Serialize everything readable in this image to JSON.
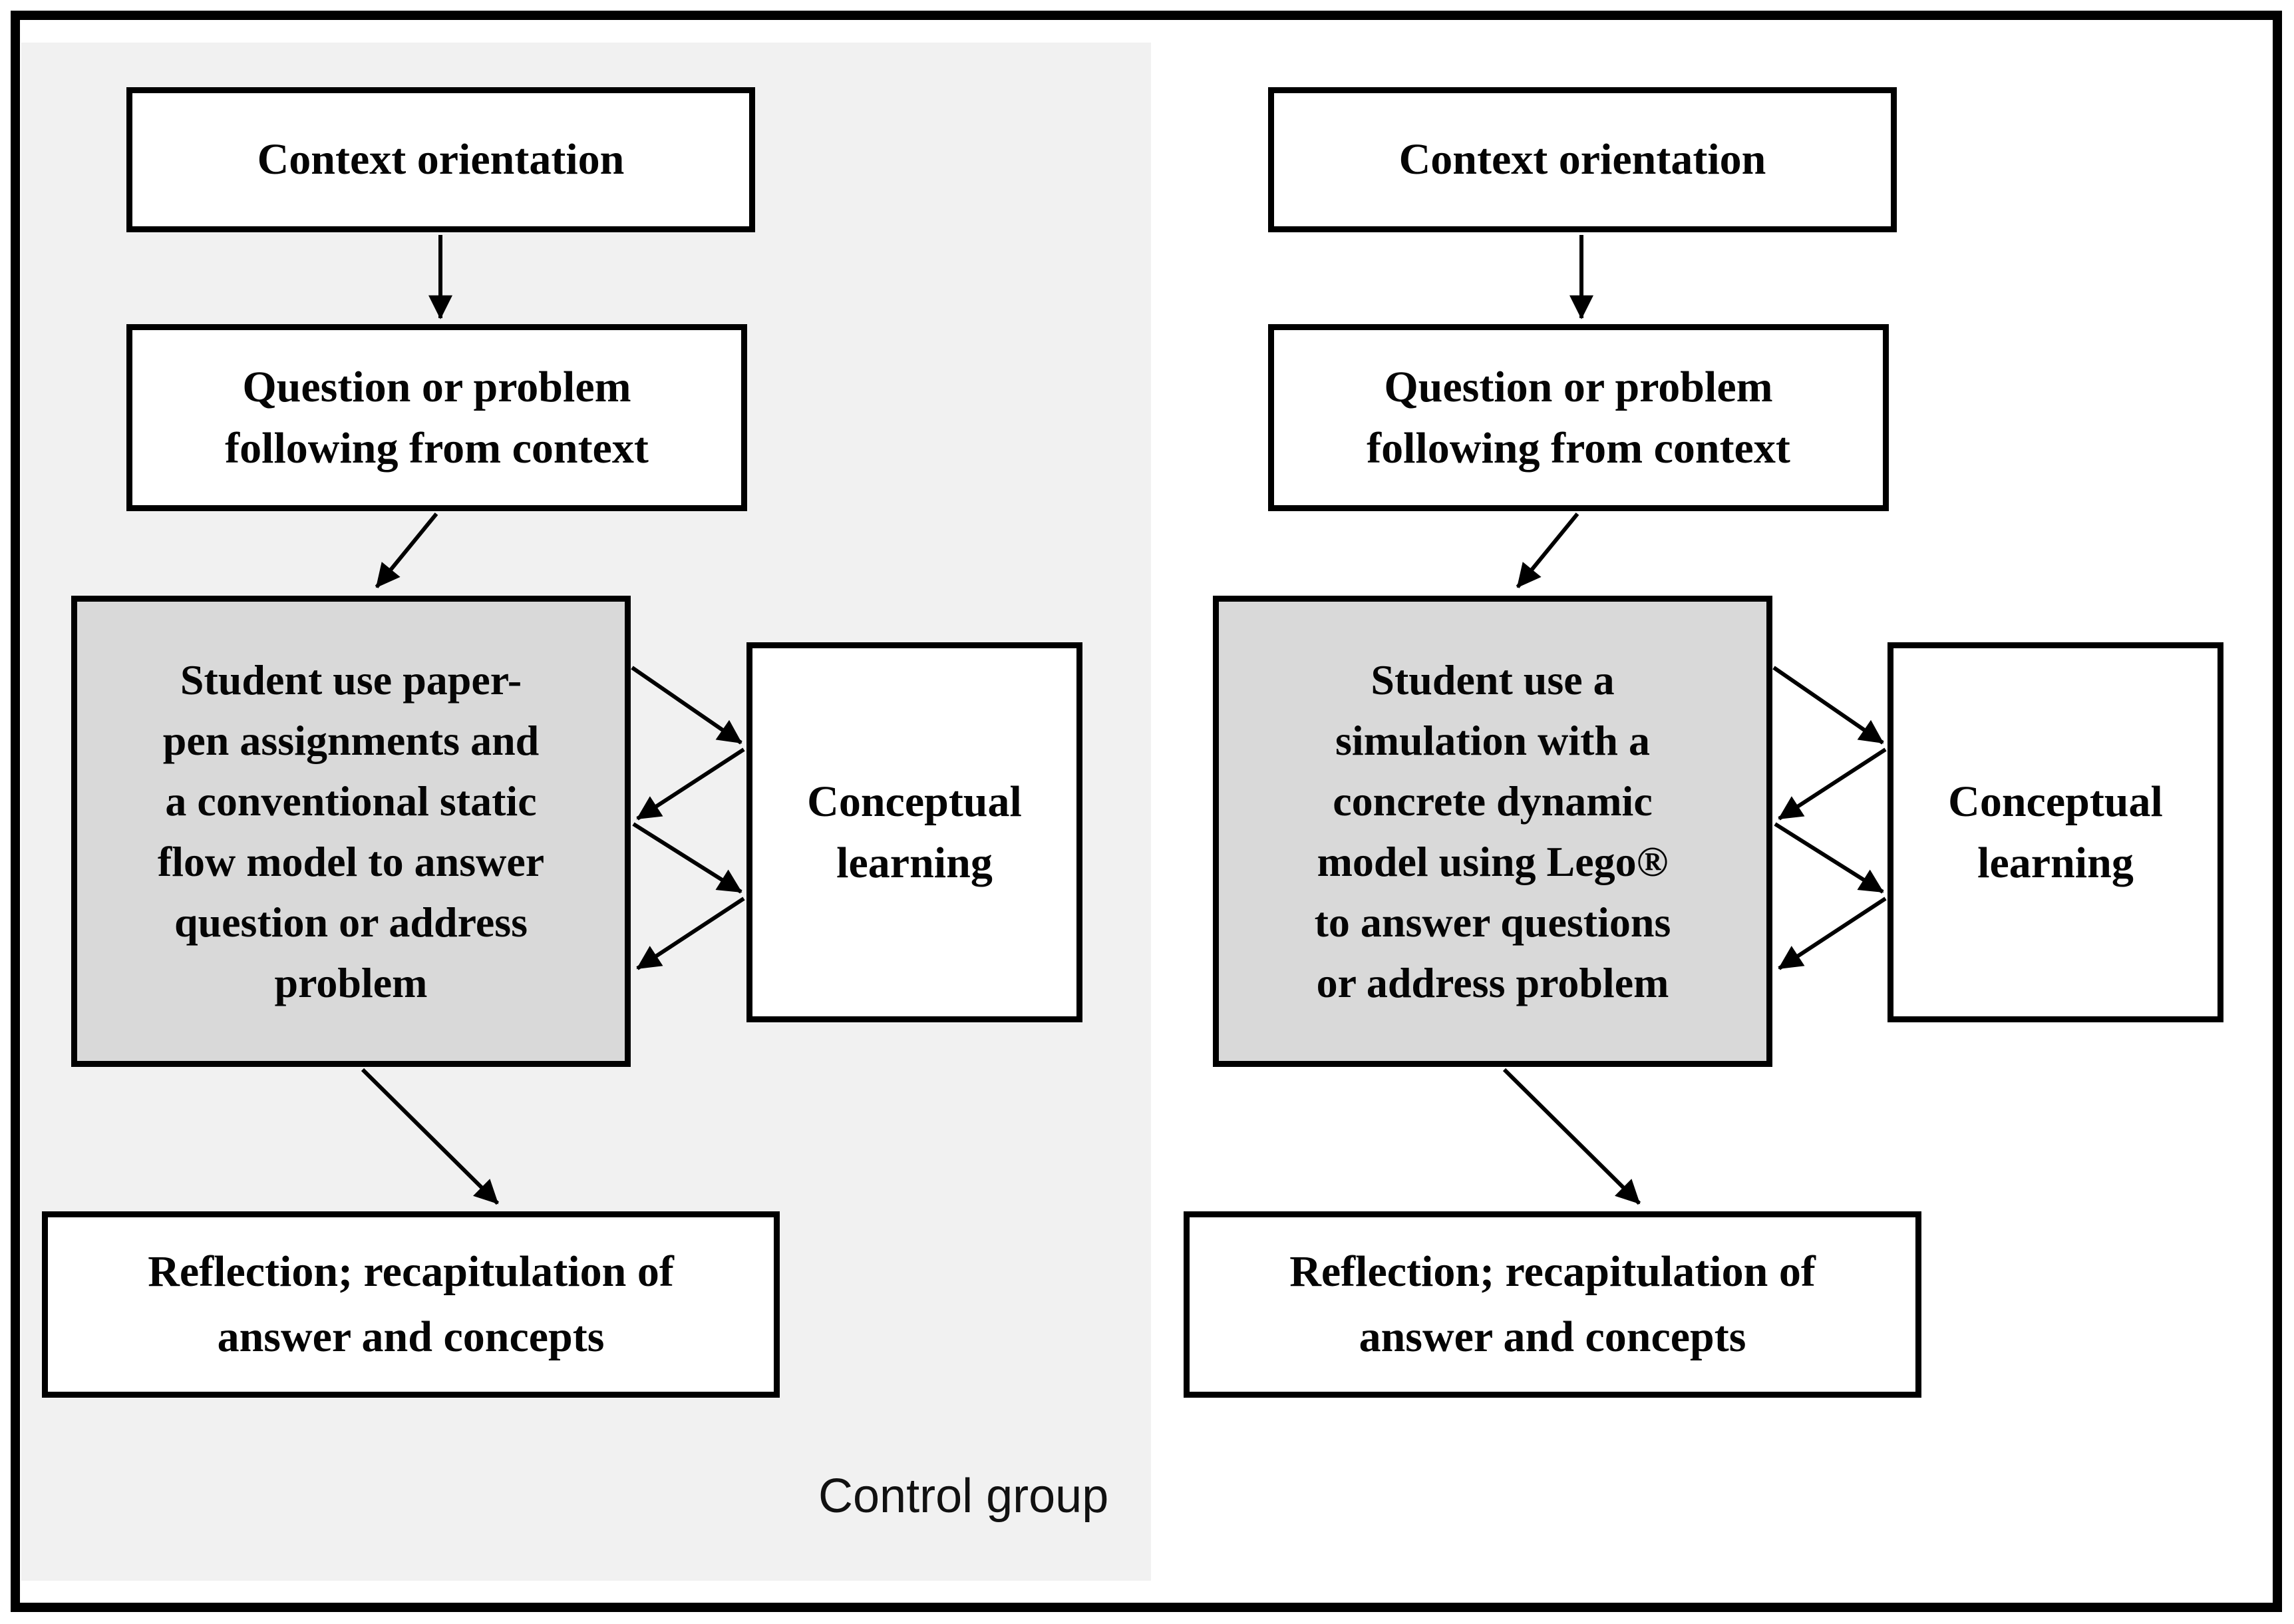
{
  "figure": {
    "colors": {
      "panel_bg": "#f1f1f1",
      "activity_bg": "#d9d9d9",
      "box_bg": "#ffffff",
      "line": "#000000"
    },
    "left_column": {
      "context": "Context orientation",
      "question_lines": [
        "Question or problem",
        "following from context"
      ],
      "activity_lines": [
        "Student use paper-",
        "pen assignments and",
        "a conventional static",
        "flow model to answer",
        "question or address",
        "problem"
      ],
      "outcome_lines": [
        "Conceptual",
        "learning"
      ],
      "reflection_lines": [
        "Reflection; recapitulation of",
        "answer and concepts"
      ],
      "group_label": "Control group"
    },
    "right_column": {
      "context": "Context orientation",
      "question_lines": [
        "Question or problem",
        "following from context"
      ],
      "activity_lines": [
        "Student use a",
        "simulation with a",
        "concrete dynamic",
        "model using Lego®",
        "to answer questions",
        "or address problem"
      ],
      "outcome_lines": [
        "Conceptual",
        "learning"
      ],
      "reflection_lines": [
        "Reflection; recapitulation of",
        "answer and concepts"
      ]
    }
  }
}
